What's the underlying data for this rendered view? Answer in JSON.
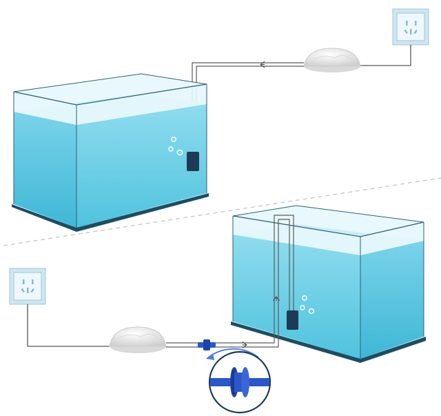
{
  "colors": {
    "water": "#5cc9e3",
    "water_light": "#8fdcee",
    "water_top": "#c9eef7",
    "glass_edge": "#2d5f78",
    "tank_base": "#1c4e63",
    "outlet_frame": "#cfe6f0",
    "outlet_face": "#eef7fb",
    "pump_body": "#e6e6e6",
    "air_stone": "#1d3b57",
    "check_valve": "#2b57c8",
    "tube": "#6a6a6a",
    "divider": "#c9c9c9"
  },
  "scene": {
    "top_setup": {
      "outlet": "wall-outlet-icon",
      "pump": "air-pump",
      "stone": "air-stone",
      "has_check_valve": false
    },
    "bottom_setup": {
      "outlet": "wall-outlet-icon",
      "pump": "air-pump",
      "stone": "air-stone",
      "has_check_valve": true,
      "zoom_detail": "check-valve-magnified"
    }
  }
}
